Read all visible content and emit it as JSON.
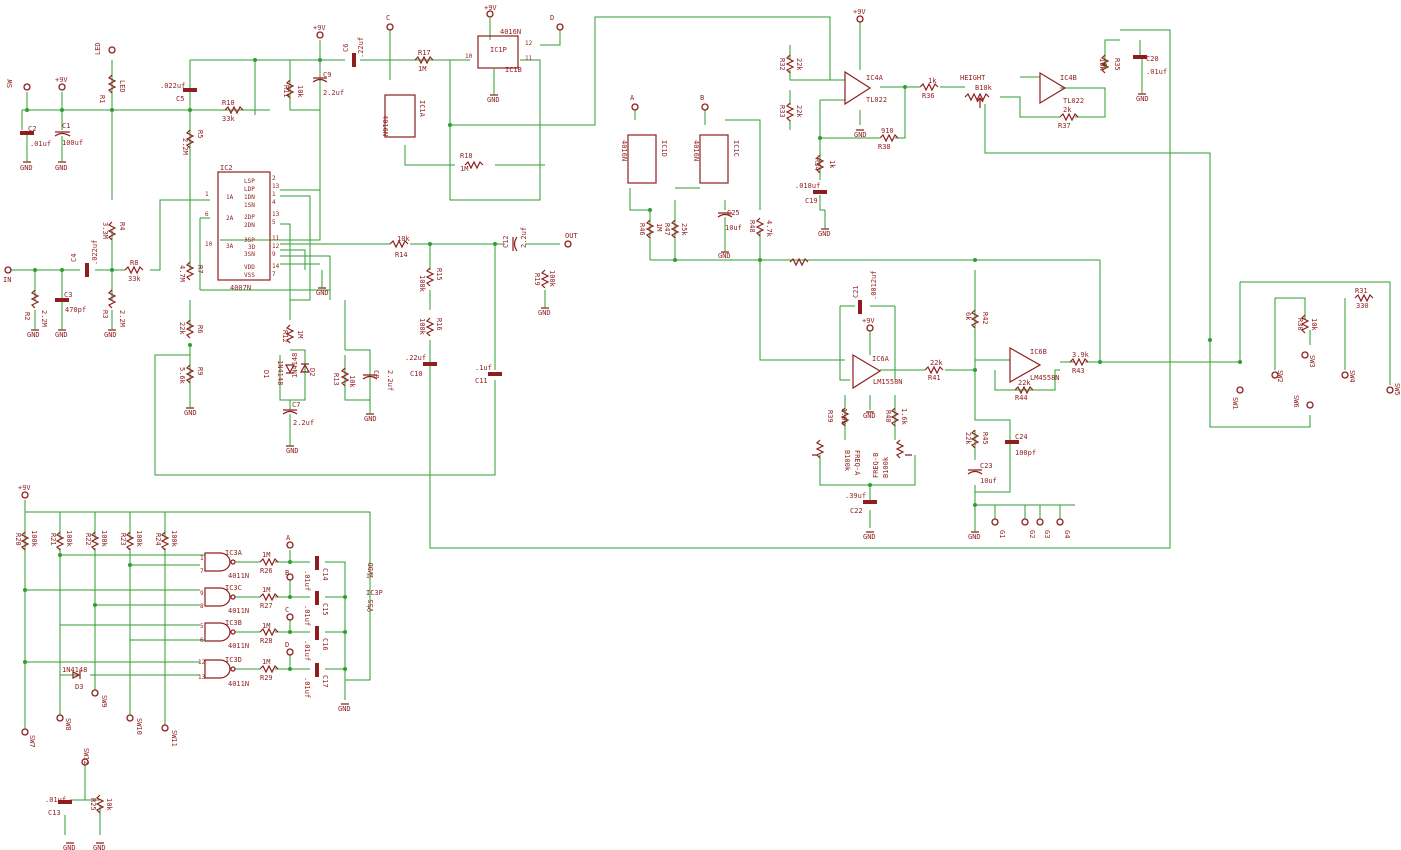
{
  "schematic": {
    "ics": [
      {
        "name": "IC2",
        "part": "4007N",
        "pins": [
          "1A",
          "2A",
          "3A",
          "LSP",
          "LDP",
          "1DN",
          "1SN",
          "2DP",
          "2DN",
          "3SP",
          "3D",
          "3SN",
          "VDD",
          "VSS"
        ]
      },
      {
        "name": "IC1B",
        "part": "4016N",
        "extra": "IC1P"
      },
      {
        "name": "IC1A",
        "part": "4016N"
      },
      {
        "name": "IC1C",
        "part": "4016N"
      },
      {
        "name": "IC1D",
        "part": "4016N"
      },
      {
        "name": "IC4A",
        "part": "TL022"
      },
      {
        "name": "IC4B",
        "part": "TL022"
      },
      {
        "name": "IC6A",
        "part": "LM1558N"
      },
      {
        "name": "IC6B",
        "part": "LM4558N"
      },
      {
        "name": "IC3A",
        "part": "4011N"
      },
      {
        "name": "IC3B",
        "part": "4011N"
      },
      {
        "name": "IC3C",
        "part": "4011N"
      },
      {
        "name": "IC3D",
        "part": "4011N"
      },
      {
        "name": "IC3P",
        "part": "",
        "pins": [
          "VDD",
          "VSS"
        ]
      }
    ],
    "resistors": [
      {
        "name": "R1",
        "value": "LED"
      },
      {
        "name": "R2",
        "value": "2.2M"
      },
      {
        "name": "R3",
        "value": "2.2M"
      },
      {
        "name": "R4",
        "value": "3.3M"
      },
      {
        "name": "R5",
        "value": "2.2M"
      },
      {
        "name": "R6",
        "value": "22k"
      },
      {
        "name": "R7",
        "value": "4.7M"
      },
      {
        "name": "R8",
        "value": "33k"
      },
      {
        "name": "R9",
        "value": "5.6k"
      },
      {
        "name": "R10",
        "value": "33k"
      },
      {
        "name": "R11",
        "value": "10k"
      },
      {
        "name": "R12",
        "value": "1M"
      },
      {
        "name": "R13",
        "value": "10k"
      },
      {
        "name": "R14",
        "value": "10k"
      },
      {
        "name": "R15",
        "value": "100k"
      },
      {
        "name": "R16",
        "value": "100k"
      },
      {
        "name": "R17",
        "value": "1M"
      },
      {
        "name": "R18",
        "value": "1M"
      },
      {
        "name": "R19",
        "value": "100k"
      },
      {
        "name": "R20",
        "value": "100k"
      },
      {
        "name": "R21",
        "value": "100k"
      },
      {
        "name": "R22",
        "value": "100k"
      },
      {
        "name": "R23",
        "value": "100k"
      },
      {
        "name": "R24",
        "value": "100k"
      },
      {
        "name": "R25",
        "value": "10k"
      },
      {
        "name": "R26",
        "value": "1M"
      },
      {
        "name": "R27",
        "value": "1M"
      },
      {
        "name": "R28",
        "value": "1M"
      },
      {
        "name": "R29",
        "value": "1M"
      },
      {
        "name": "R30",
        "value": "10k"
      },
      {
        "name": "R31",
        "value": "330"
      },
      {
        "name": "R32",
        "value": "22k"
      },
      {
        "name": "R33",
        "value": "22k"
      },
      {
        "name": "R34",
        "value": "1k"
      },
      {
        "name": "R35",
        "value": "10k"
      },
      {
        "name": "R36",
        "value": "1k"
      },
      {
        "name": "R37",
        "value": "2k"
      },
      {
        "name": "R38",
        "value": "910"
      },
      {
        "name": "R39",
        "value": "1.6k"
      },
      {
        "name": "R40",
        "value": "1.6k"
      },
      {
        "name": "R41",
        "value": "22k"
      },
      {
        "name": "R42",
        "value": "6k"
      },
      {
        "name": "R43",
        "value": "3.9k"
      },
      {
        "name": "R44",
        "value": "22k"
      },
      {
        "name": "R45",
        "value": "22k"
      },
      {
        "name": "R46",
        "value": "1M"
      },
      {
        "name": "R47",
        "value": "25k"
      },
      {
        "name": "R48",
        "value": "4.7k"
      }
    ],
    "capacitors": [
      {
        "name": "C1",
        "value": "100uf"
      },
      {
        "name": "C2",
        "value": ".01uf"
      },
      {
        "name": "C3",
        "value": "470pf"
      },
      {
        "name": "C4",
        "value": ".022uf"
      },
      {
        "name": "C5",
        "value": ".022uf"
      },
      {
        "name": "C6",
        "value": ".22uf"
      },
      {
        "name": "C7",
        "value": "2.2uf"
      },
      {
        "name": "C8",
        "value": "2.2uf"
      },
      {
        "name": "C9",
        "value": "2.2uf"
      },
      {
        "name": "C10",
        "value": ".22uf"
      },
      {
        "name": "C11",
        "value": ".1uf"
      },
      {
        "name": "C12",
        "value": "2.2uf"
      },
      {
        "name": "C13",
        "value": ".01uf"
      },
      {
        "name": "C14",
        "value": ".01uf"
      },
      {
        "name": "C15",
        "value": ".01uf"
      },
      {
        "name": "C16",
        "value": ".01uf"
      },
      {
        "name": "C17",
        "value": ".01uf"
      },
      {
        "name": "C19",
        "value": ".018uf"
      },
      {
        "name": "C20",
        "value": ".01uf"
      },
      {
        "name": "C21",
        "value": ".0012uf"
      },
      {
        "name": "C22",
        "value": ".39uf"
      },
      {
        "name": "C23",
        "value": "10uf"
      },
      {
        "name": "C24",
        "value": "100pf"
      },
      {
        "name": "C25",
        "value": "10uf"
      }
    ],
    "diodes": [
      {
        "name": "D1",
        "value": "1N4148"
      },
      {
        "name": "D2",
        "value": "1N4148"
      },
      {
        "name": "D3",
        "value": "1N4148"
      }
    ],
    "pots": [
      {
        "name": "HEIGHT",
        "value": "B10k"
      },
      {
        "name": "FREQ-A",
        "value": "B100k"
      },
      {
        "name": "FREQ-B",
        "value": "B100k"
      }
    ],
    "switches": [
      "SW1",
      "SW2",
      "SW3",
      "SW4",
      "SW5",
      "SW6",
      "SW7",
      "SW8",
      "SW9",
      "SW10",
      "SW11",
      "SW12"
    ],
    "connectors": {
      "in": "IN",
      "out": "OUT",
      "led": "LED",
      "sw": "SW"
    },
    "supplies": {
      "v9": "+9V",
      "gnd": "GND"
    },
    "nets": [
      "A",
      "B",
      "C",
      "D"
    ],
    "gnd_pins": [
      "G1",
      "G2",
      "G3",
      "G4"
    ]
  }
}
